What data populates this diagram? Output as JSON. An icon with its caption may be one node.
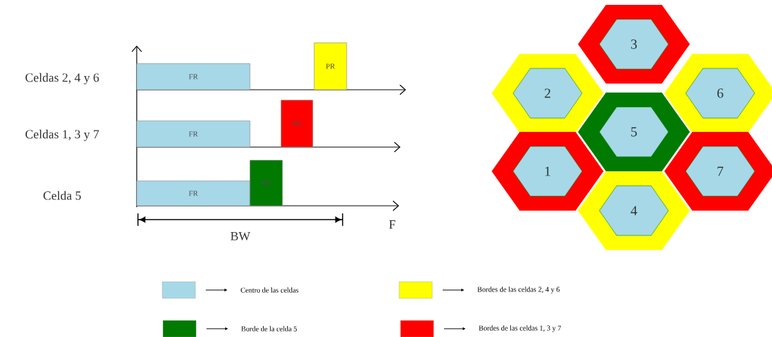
{
  "diagram": {
    "nodes": [
      {
        "text": [
          "FR"
        ]
      },
      {
        "text": [
          "PR"
        ]
      },
      {
        "text": [
          "FR"
        ]
      },
      {
        "text": [
          "PR"
        ]
      },
      {
        "text": [
          "FR"
        ]
      },
      {
        "text": [
          "PR"
        ]
      },
      {
        "text": [
          "3"
        ]
      },
      {
        "text": [
          "2"
        ]
      },
      {
        "text": [
          "6"
        ]
      },
      {
        "text": [
          "5"
        ]
      },
      {
        "text": [
          "1"
        ]
      },
      {
        "text": [
          "7"
        ]
      },
      {
        "text": [
          "4"
        ]
      }
    ],
    "labels": [
      "Celdas 2, 4 y 6",
      "Celdas 1, 3 y 7",
      "Celda 5",
      "BW",
      "F"
    ],
    "legend": [
      {
        "text": "Centro de las celdas",
        "color": "#a6d8e8"
      },
      {
        "text": "Bordes de las celdas 2, 4 y 6",
        "color": "#ffff00"
      },
      {
        "text": "Borde de la celda 5",
        "color": "#007a00"
      },
      {
        "text": "Bordes de las celdas 1, 3 y 7",
        "color": "#ff0000"
      }
    ]
  }
}
